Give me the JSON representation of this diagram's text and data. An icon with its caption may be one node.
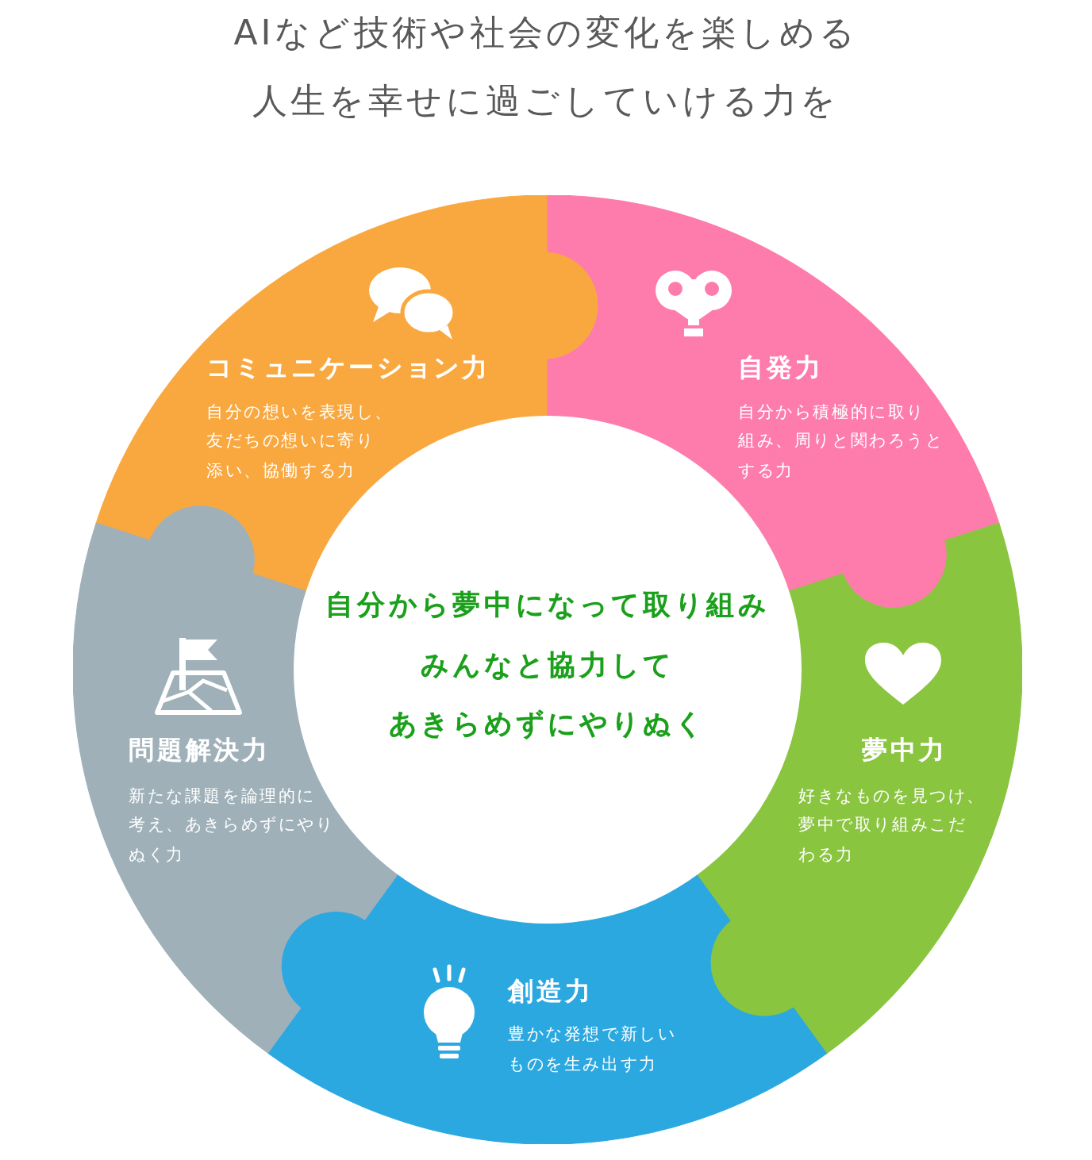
{
  "diagram": {
    "title": "AIなど技術や社会の変化を楽しめる人生を幸せに過ごしていける力を",
    "nodes": [
      {
        "text": [
          "コミュニケーション力",
          "自分の想いを表現し、友だちの想いに寄り添い、協働する力"
        ]
      },
      {
        "text": [
          "自発力",
          "自分から積極的に取り組み、周りと関わろうとする力"
        ]
      },
      {
        "text": [
          "自分から夢中になって取り組みみんなと協力してあきらめずにやりぬく"
        ]
      },
      {
        "text": [
          "問題解決力",
          "新たな課題を論理的に考え、あきらめずにやりぬく力"
        ]
      },
      {
        "text": [
          "夢中力",
          "好きなものを見つけ、夢中で取り組みこだわる力"
        ]
      },
      {
        "text": [
          "創造力",
          "豊かな発想で新しいものを生み出す力"
        ]
      }
    ]
  }
}
